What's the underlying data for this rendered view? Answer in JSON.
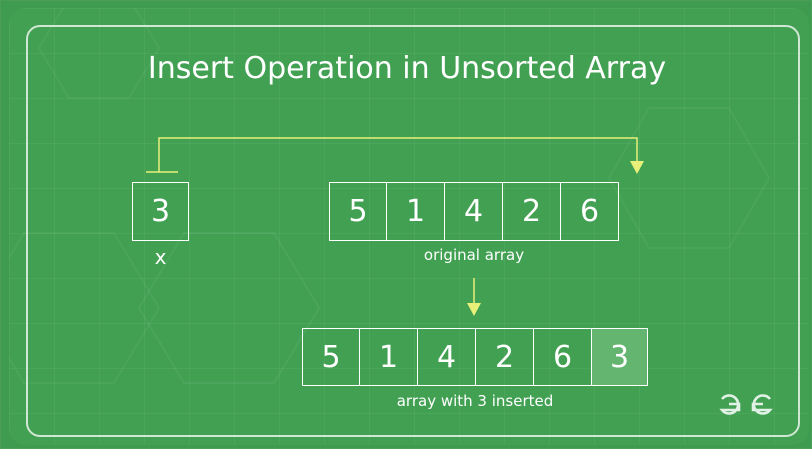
{
  "title": "Insert Operation in Unsorted Array",
  "element": {
    "value": "3",
    "label": "x"
  },
  "original_array": {
    "values": [
      "5",
      "1",
      "4",
      "2",
      "6"
    ],
    "caption": "original array"
  },
  "result_array": {
    "values": [
      "5",
      "1",
      "4",
      "2",
      "6",
      "3"
    ],
    "inserted_index": 5,
    "caption": "array with 3 inserted"
  },
  "colors": {
    "background": "#41a052",
    "arrow": "#e8f07a",
    "highlight": "#63b56f",
    "text": "#ffffff"
  },
  "logo": {
    "text": "GG",
    "icon": "geeksforgeeks-logo-icon"
  }
}
